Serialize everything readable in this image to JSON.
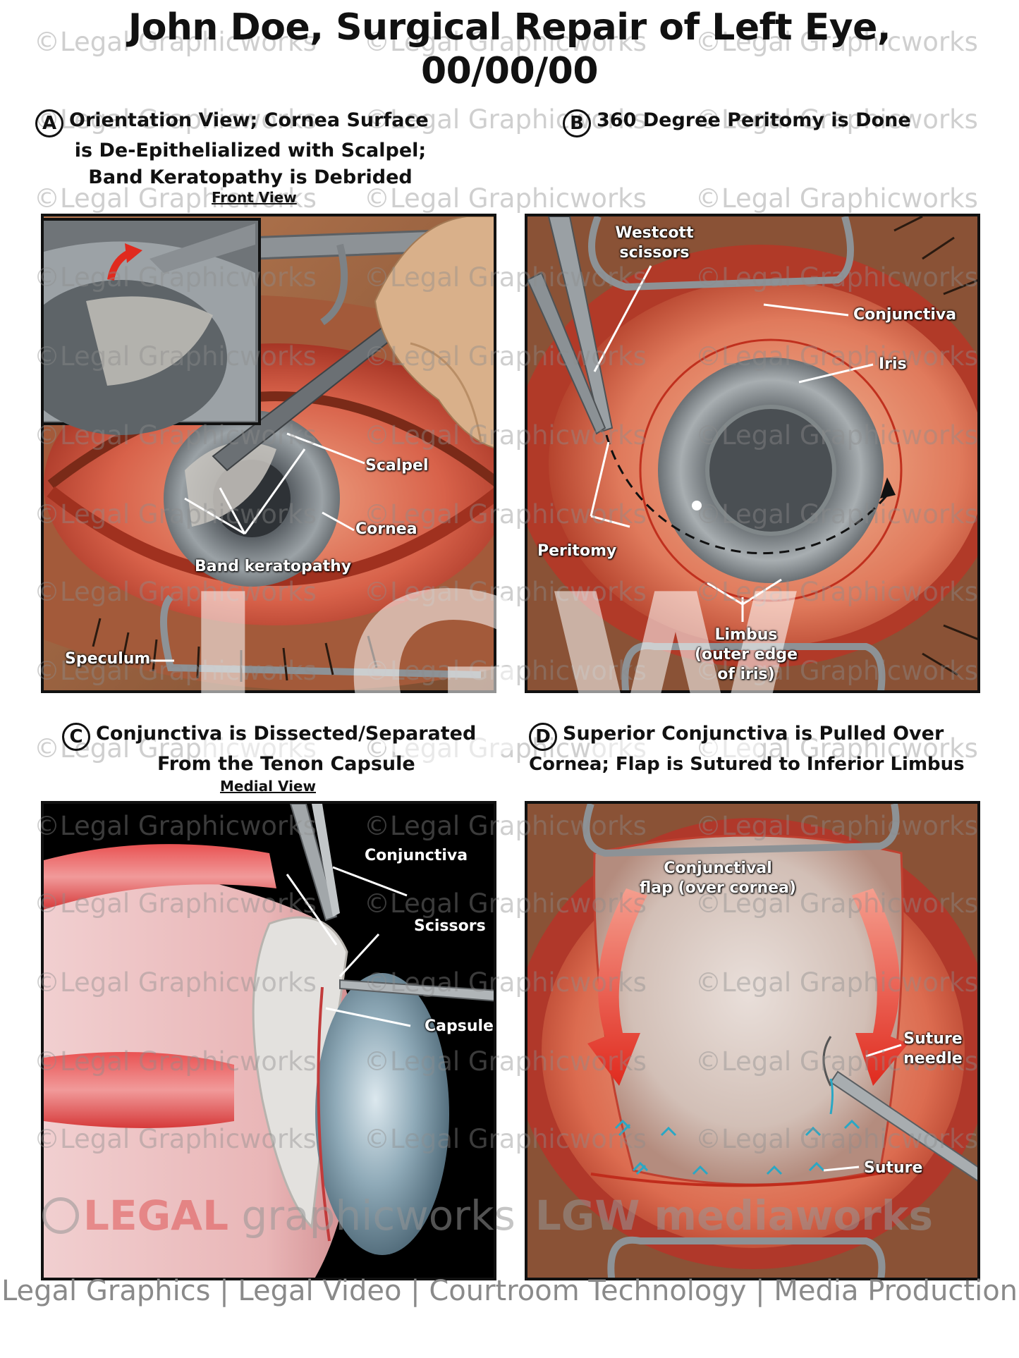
{
  "title": {
    "line1": "John Doe, Surgical Repair of Left Eye,",
    "line2": "00/00/00"
  },
  "panels": {
    "a": {
      "badge": "A",
      "caption_line1": "Orientation View; Cornea Surface",
      "caption_line2": "is De-Epithelialized with Scalpel;",
      "caption_line3": "Band Keratopathy is Debrided",
      "view": "Front View",
      "labels": {
        "scalpel": "Scalpel",
        "cornea": "Cornea",
        "band_keratopathy": "Band keratopathy",
        "speculum": "Speculum"
      }
    },
    "b": {
      "badge": "B",
      "caption_line1": "360 Degree Peritomy is Done",
      "labels": {
        "westcott_line1": "Westcott",
        "westcott_line2": "scissors",
        "conjunctiva": "Conjunctiva",
        "iris": "Iris",
        "peritomy": "Peritomy",
        "limbus_line1": "Limbus",
        "limbus_line2": "(outer edge",
        "limbus_line3": "of iris)"
      }
    },
    "c": {
      "badge": "C",
      "caption_line1": "Conjunctiva is Dissected/Separated",
      "caption_line2": "From the Tenon Capsule",
      "view": "Medial View",
      "labels": {
        "conjunctiva": "Conjunctiva",
        "scissors": "Scissors",
        "capsule": "Capsule"
      }
    },
    "d": {
      "badge": "D",
      "caption_line1": "Superior Conjunctiva is Pulled Over",
      "caption_line2": "Cornea; Flap is Sutured to Inferior Limbus",
      "labels": {
        "flap_line1": "Conjunctival",
        "flap_line2": "flap (over cornea)",
        "needle_line1": "Suture",
        "needle_line2": "needle",
        "suture": "Suture"
      }
    }
  },
  "watermark": {
    "text": "©Legal Graphicworks",
    "logo_text": "LGW"
  },
  "brand": {
    "legal": "LEGAL",
    "graphicworks": " graphicworks",
    "mediaworks": "LGW mediaworks"
  },
  "footer": "Legal Graphics | Legal Video | Courtroom Technology | Media Production",
  "colors": {
    "sclera_red": "#c8453a",
    "iris_gray": "#7d858a",
    "skin": "#c9885a",
    "arrow_red": "#e02a1e",
    "suture_teal": "#2aa7c4"
  }
}
